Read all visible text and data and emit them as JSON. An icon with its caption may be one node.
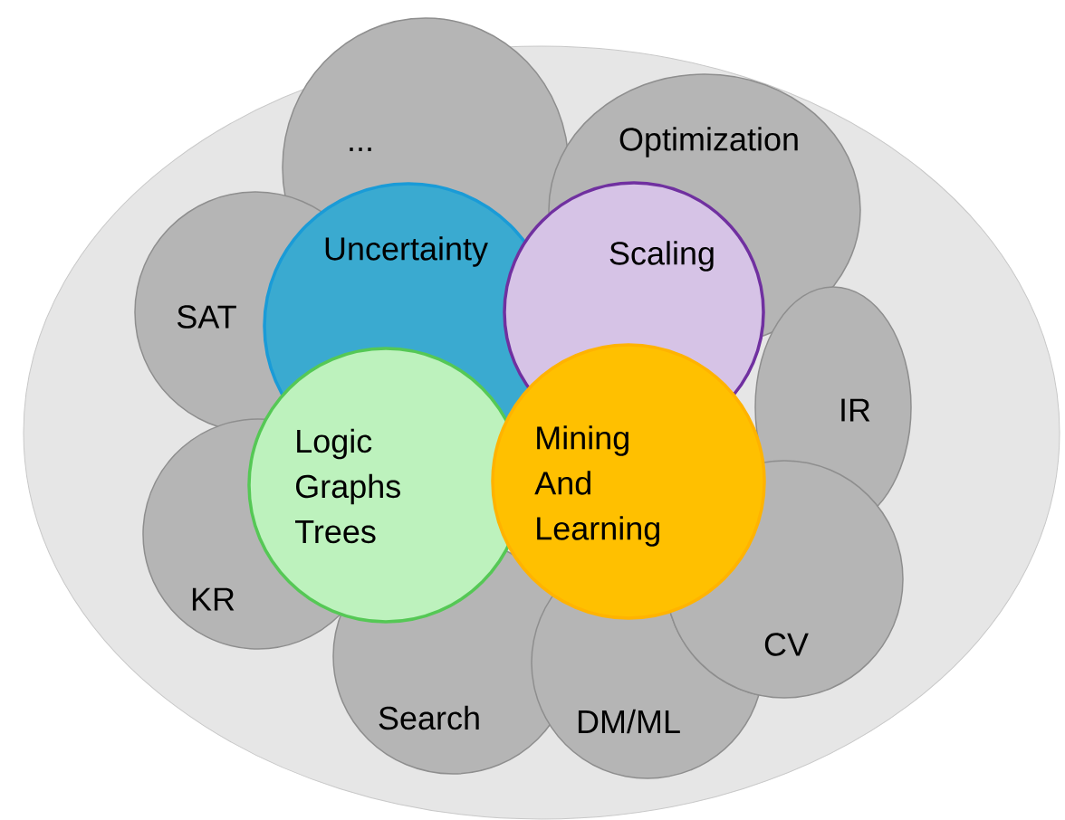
{
  "diagram": {
    "nodes": [
      {
        "text": [
          "..."
        ]
      },
      {
        "text": [
          "Optimization"
        ]
      },
      {
        "text": [
          "Uncertainty"
        ]
      },
      {
        "text": [
          "Scaling"
        ]
      },
      {
        "text": [
          "SAT"
        ]
      },
      {
        "text": [
          "IR"
        ]
      },
      {
        "text": [
          "Logic Graphs Trees"
        ]
      },
      {
        "text": [
          "Mining And Learning"
        ]
      },
      {
        "text": [
          "KR"
        ]
      },
      {
        "text": [
          "CV"
        ]
      },
      {
        "text": [
          "Search"
        ]
      },
      {
        "text": [
          "DM/ML"
        ]
      }
    ]
  }
}
